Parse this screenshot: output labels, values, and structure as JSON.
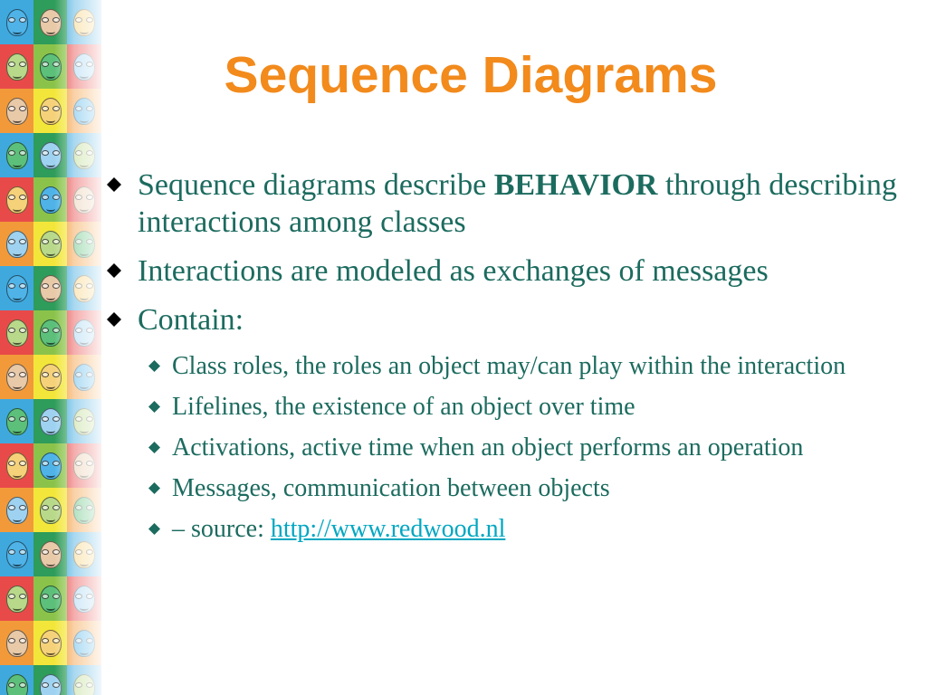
{
  "slide": {
    "title": "Sequence Diagrams",
    "colors": {
      "title": "#F28A1C",
      "body": "#1C6B5F",
      "bullet_level1": "#000000",
      "bullet_level2": "#1C6B5F",
      "link": "#00A7C2"
    },
    "decoration": {
      "left_strip_icon": "cartoon-face-icon",
      "tile_colors": [
        "#3FA9DE",
        "#F3E63A",
        "#E84A4A",
        "#2E9C5A",
        "#F29A3A",
        "#8BC34A"
      ]
    },
    "bullets": [
      {
        "text_before": "Sequence diagrams describe ",
        "emphasis": "BEHAVIOR",
        "text_after": " through describing interactions among classes"
      },
      {
        "text": "Interactions are modeled as exchanges of messages"
      },
      {
        "text": "Contain:",
        "subitems": [
          {
            "text": "Class roles, the roles an object may/can play within the interaction"
          },
          {
            "text": "Lifelines, the existence of an object over time"
          },
          {
            "text": "Activations, active time when an object performs an operation"
          },
          {
            "text": "Messages, communication between objects"
          },
          {
            "prefix": "– source: ",
            "link": "http://www.redwood.nl"
          }
        ]
      }
    ]
  }
}
